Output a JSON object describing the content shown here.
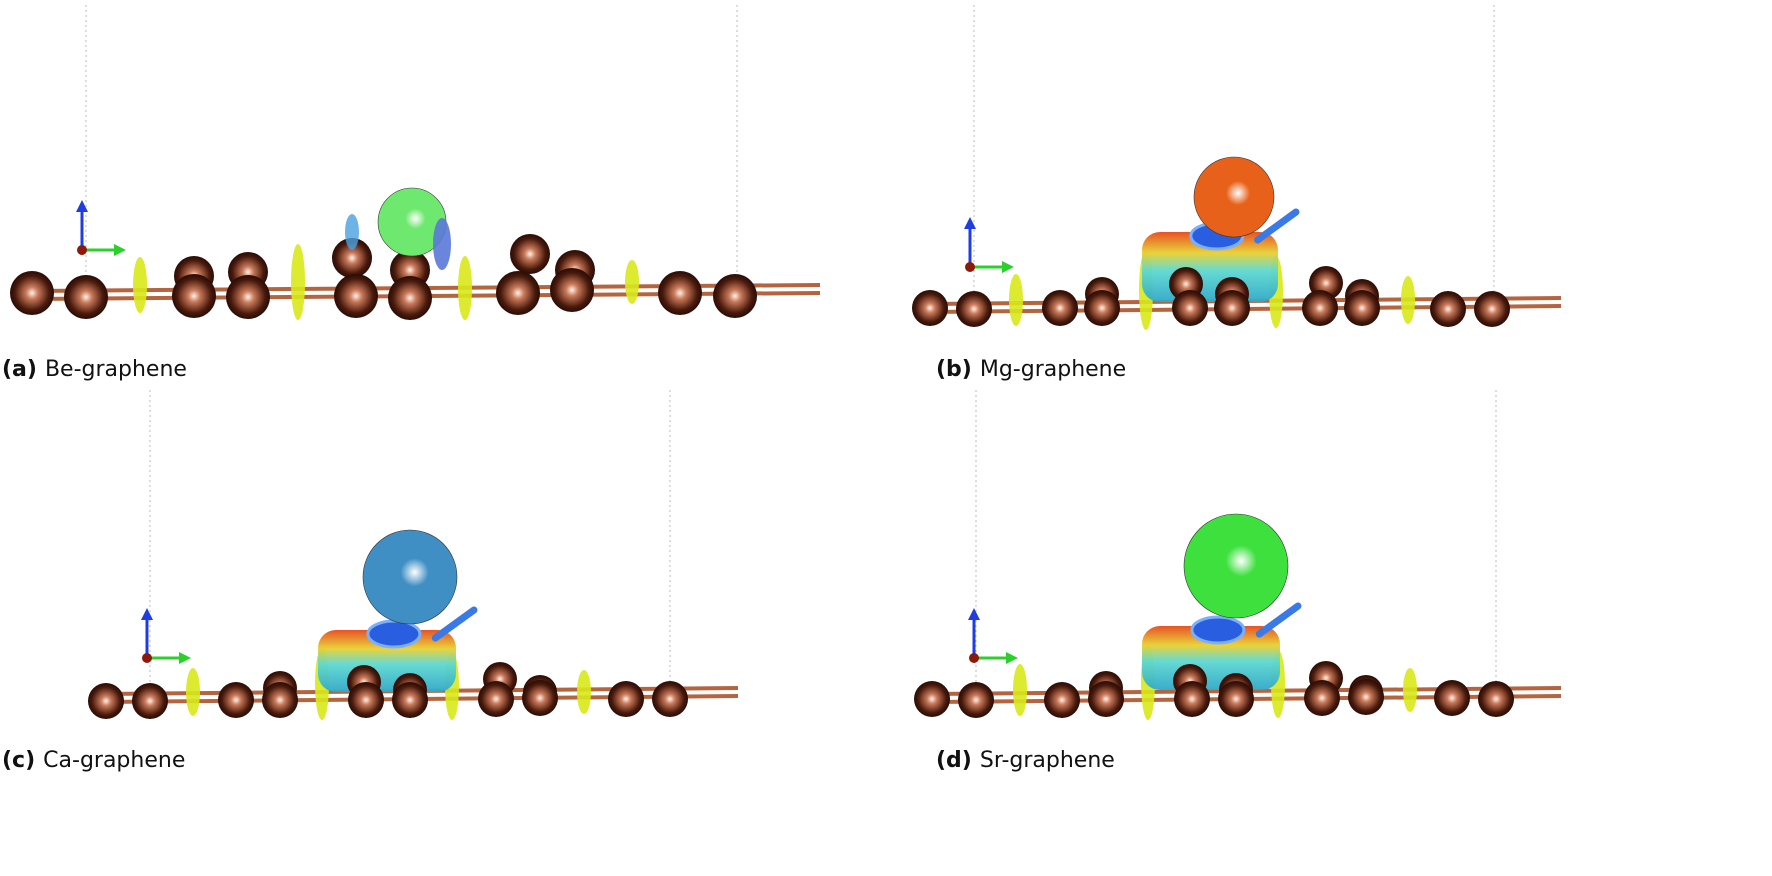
{
  "panels": [
    {
      "id": "a",
      "label": "(a)",
      "title": "Be-graphene",
      "adatom_color": "#6ee86e"
    },
    {
      "id": "b",
      "label": "(b)",
      "title": "Mg-graphene",
      "adatom_color": "#e8611a"
    },
    {
      "id": "c",
      "label": "(c)",
      "title": "Ca-graphene",
      "adatom_color": "#3f8fc4"
    },
    {
      "id": "d",
      "label": "(d)",
      "title": "Sr-graphene",
      "adatom_color": "#3ee03e"
    }
  ],
  "colors": {
    "carbon": "#2a0d06",
    "bond": "#b4653f",
    "isosurface_yellow": "#d8e81a",
    "axis_z": "#1f3de0",
    "axis_y": "#2bd12b",
    "axis_origin": "#8b1a0a"
  }
}
